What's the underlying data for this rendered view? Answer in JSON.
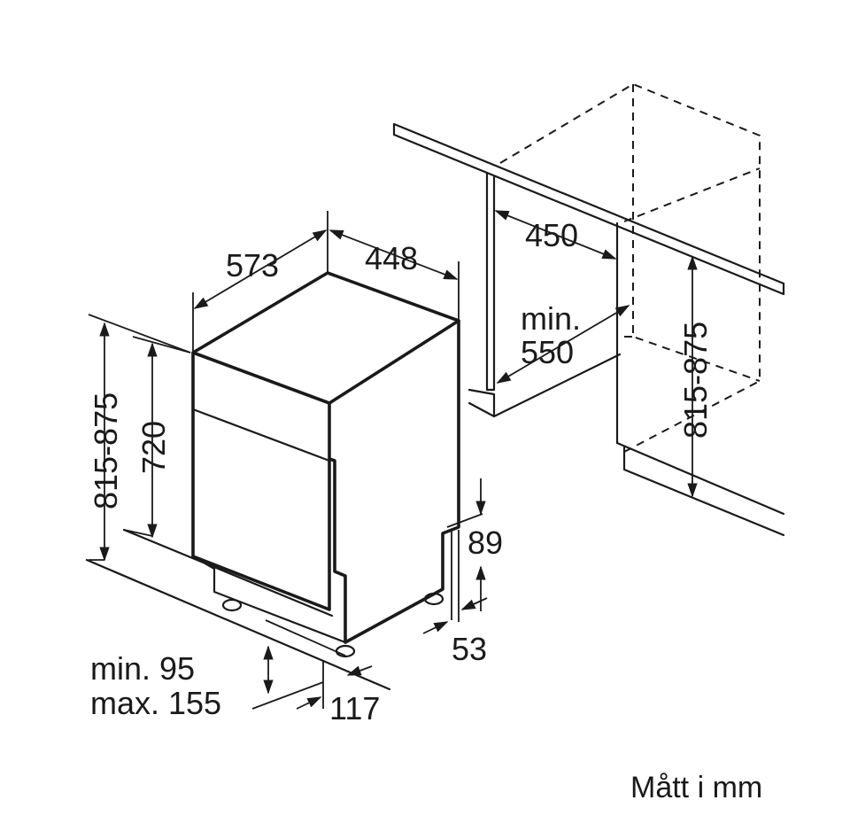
{
  "dimensions": {
    "depth": "573",
    "width": "448",
    "niche_depth": "450",
    "niche_width_line1": "min.",
    "niche_width_line2": "550",
    "niche_height": "815-875",
    "total_height": "815-875",
    "body_height": "720",
    "plinth_height": "89",
    "plinth_setback": "53",
    "door_bottom_line1": "min. 95",
    "door_bottom_line2": "max. 155",
    "foot_offset": "117"
  },
  "footer": {
    "unit_note": "Mått i mm"
  }
}
